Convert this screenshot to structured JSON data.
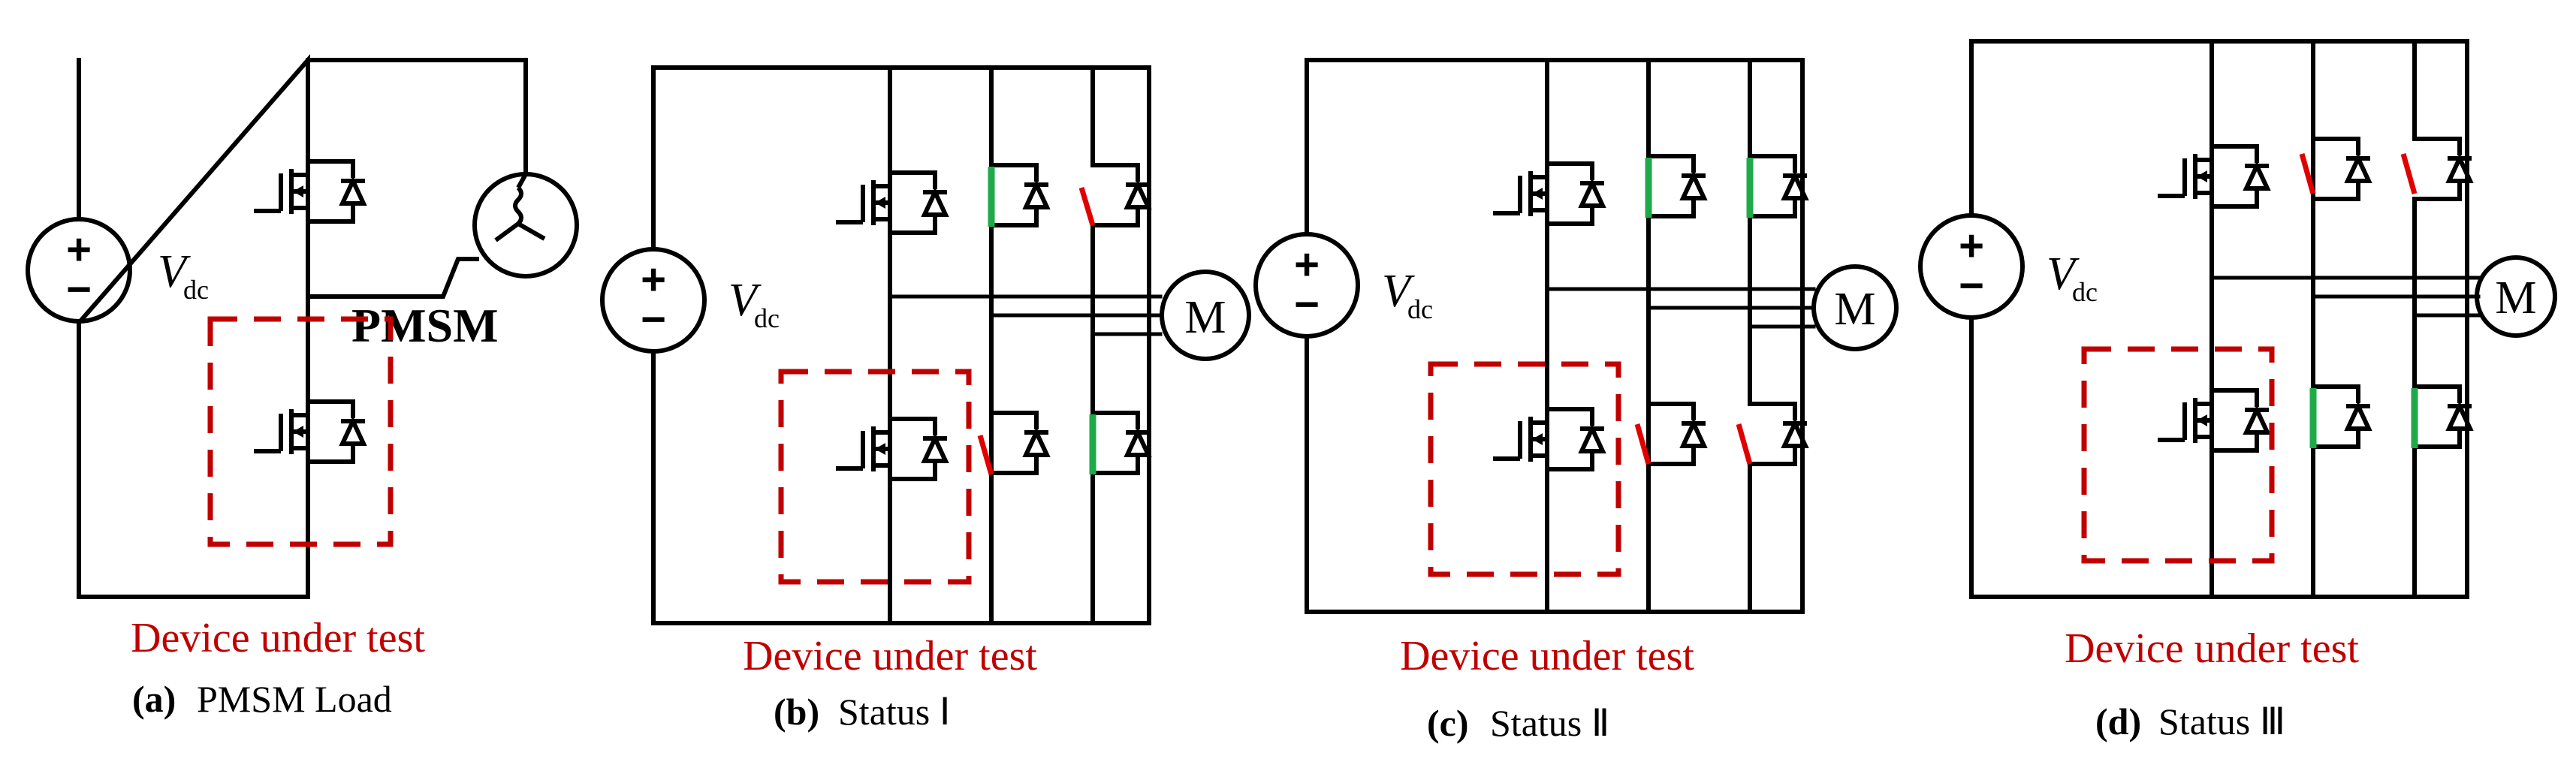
{
  "panels": [
    {
      "id": "a",
      "dut_label": "Device under test",
      "caption_letter": "(a)",
      "caption_text": "PMSM Load",
      "vdc_main": "V",
      "vdc_sub": "dc",
      "load_label": "PMSM"
    },
    {
      "id": "b",
      "dut_label": "Device under test",
      "caption_letter": "(b)",
      "caption_text": "Status Ⅰ",
      "vdc_main": "V",
      "vdc_sub": "dc",
      "motor_label": "M"
    },
    {
      "id": "c",
      "dut_label": "Device under test",
      "caption_letter": "(c)",
      "caption_text": "Status Ⅱ",
      "vdc_main": "V",
      "vdc_sub": "dc",
      "motor_label": "M"
    },
    {
      "id": "d",
      "dut_label": "Device under test",
      "caption_letter": "(d)",
      "caption_text": "Status Ⅲ",
      "vdc_main": "V",
      "vdc_sub": "dc",
      "motor_label": "M"
    }
  ],
  "colors": {
    "wire": "#000000",
    "dut_box": "#c00000",
    "open_switch": "#e00000",
    "closed_switch": "#1faa4a",
    "dut_text": "#c00000"
  }
}
